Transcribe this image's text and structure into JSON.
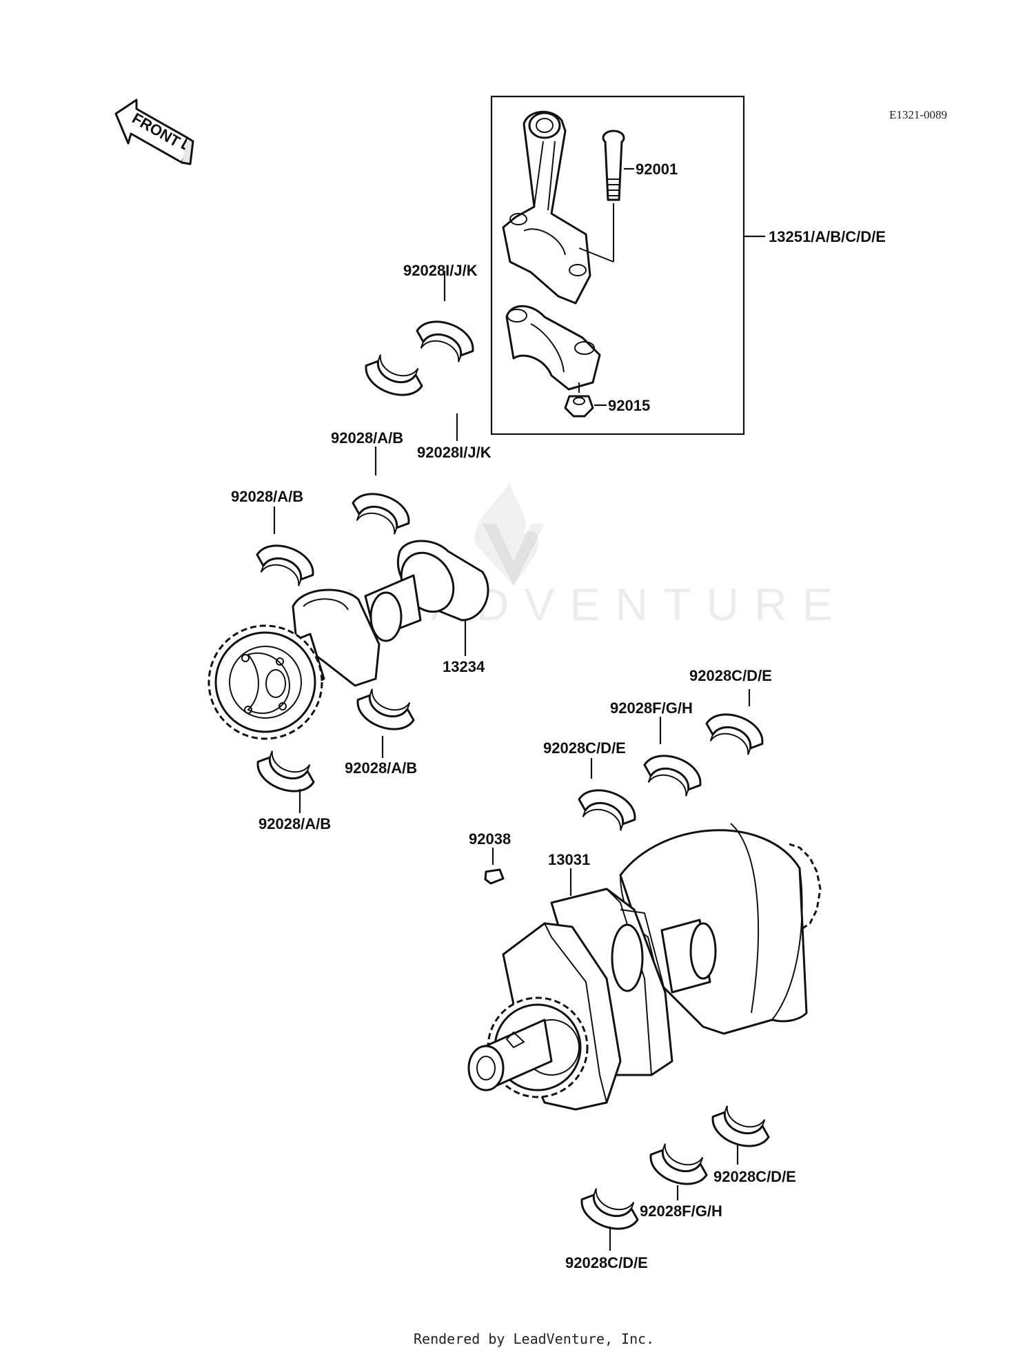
{
  "drawing_code": "E1321-0089",
  "front_arrow_label": "FRONT",
  "box_label": "13251/A/B/C/D/E",
  "labels": {
    "bolt": "92001",
    "nut": "92015",
    "rod_bearing_top": "92028I/J/K",
    "rod_bearing_bottom": "92028I/J/K",
    "balancer_bearing_1": "92028/A/B",
    "balancer_bearing_2": "92028/A/B",
    "balancer_shaft": "13234",
    "balancer_bearing_3": "92028/A/B",
    "balancer_bearing_4": "92028/A/B",
    "main_bearing_upper_1": "92028C/D/E",
    "main_bearing_upper_2": "92028F/G/H",
    "main_bearing_upper_3": "92028C/D/E",
    "key": "92038",
    "crankshaft": "13031",
    "main_bearing_lower_1": "92028C/D/E",
    "main_bearing_lower_2": "92028F/G/H",
    "main_bearing_lower_3": "92028C/D/E"
  },
  "watermark": "LEADVENTURE",
  "footer": "Rendered by LeadVenture, Inc."
}
